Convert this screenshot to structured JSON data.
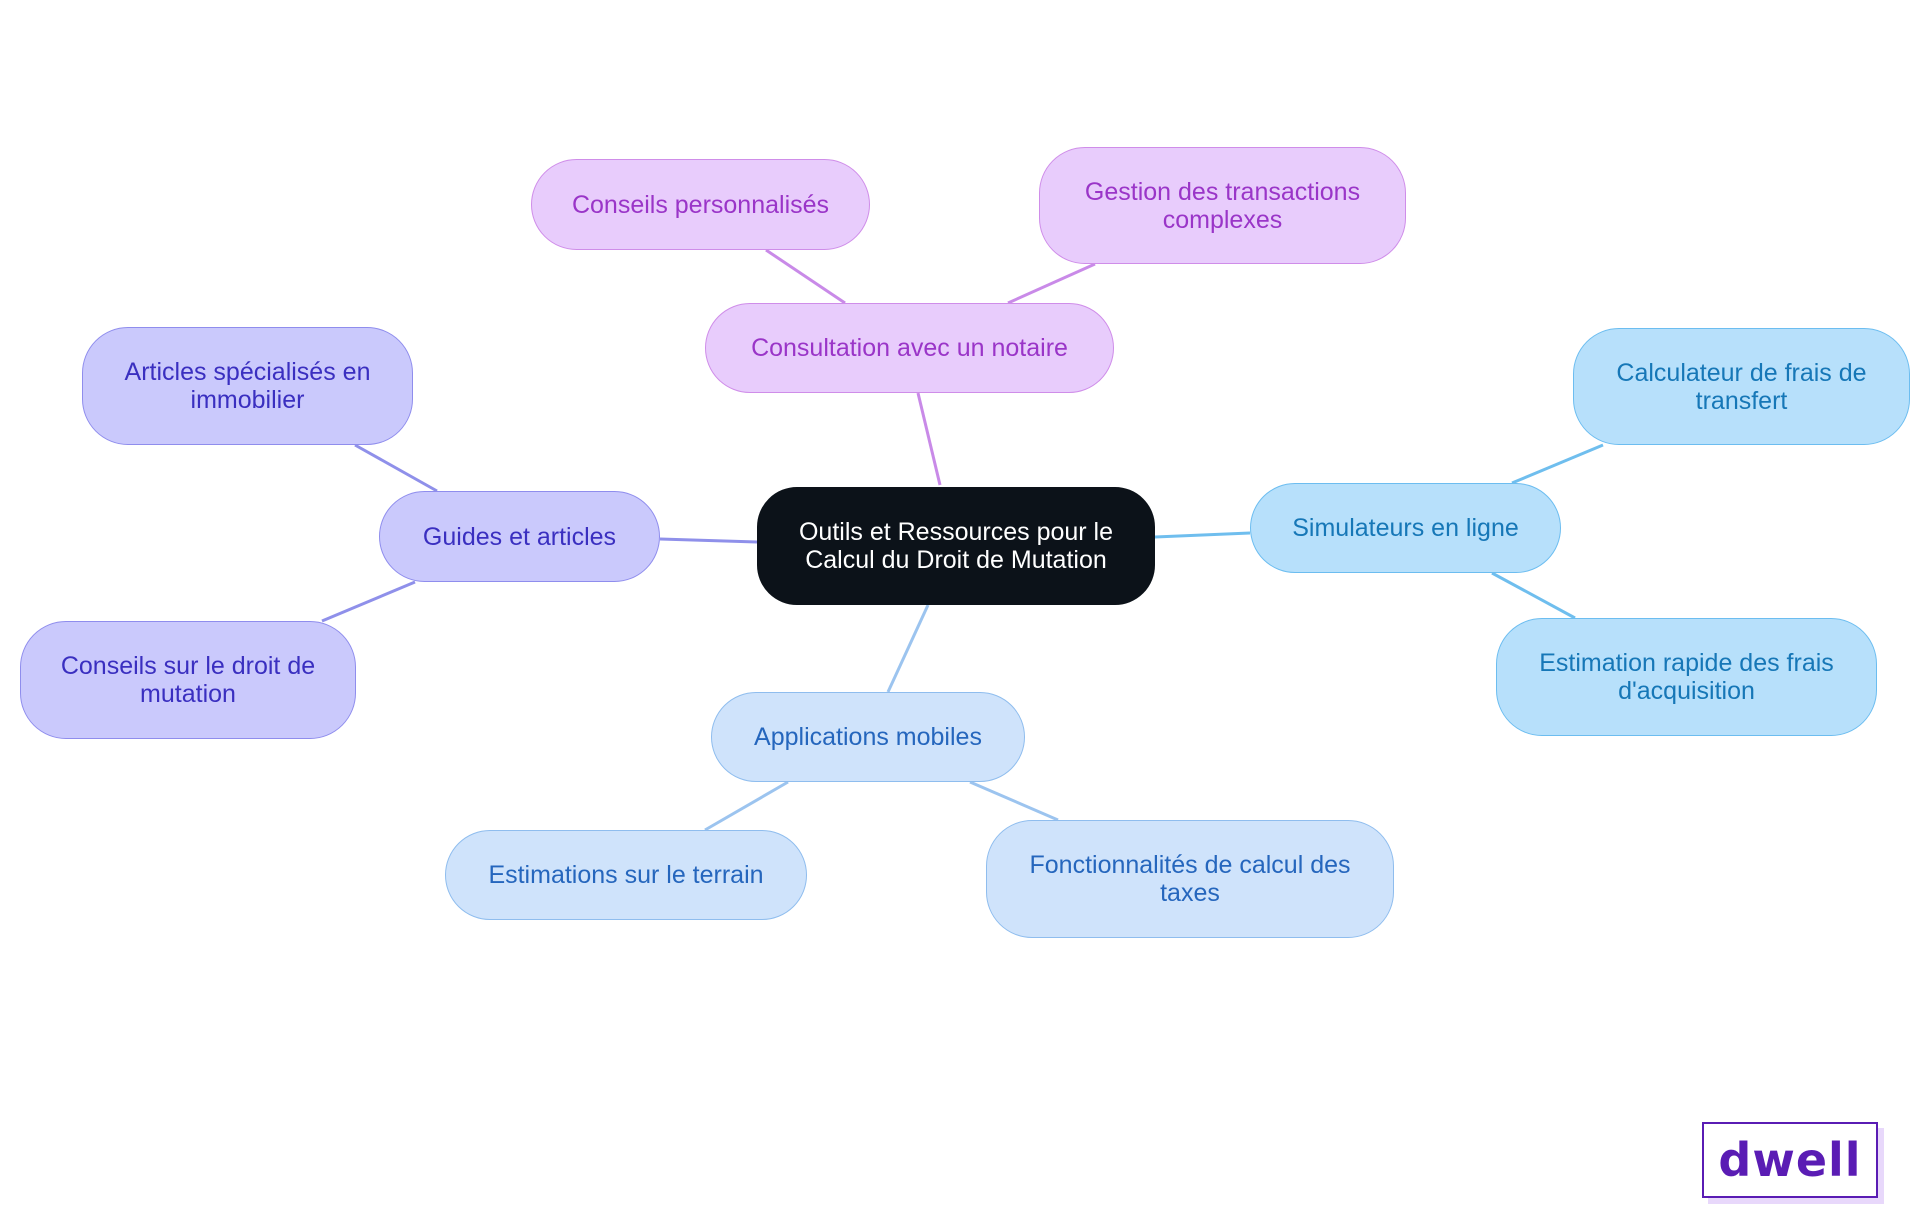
{
  "diagram": {
    "root": {
      "lines": [
        "Outils et Ressources pour le",
        "Calcul du Droit de Mutation"
      ]
    },
    "branches": [
      {
        "lines": [
          "Consultation avec un notaire"
        ],
        "children": [
          {
            "lines": [
              "Conseils personnalisés"
            ]
          },
          {
            "lines": [
              "Gestion des transactions",
              "complexes"
            ]
          }
        ]
      },
      {
        "lines": [
          "Guides et articles"
        ],
        "children": [
          {
            "lines": [
              "Articles spécialisés en",
              "immobilier"
            ]
          },
          {
            "lines": [
              "Conseils sur le droit de",
              "mutation"
            ]
          }
        ]
      },
      {
        "lines": [
          "Simulateurs en ligne"
        ],
        "children": [
          {
            "lines": [
              "Calculateur de frais de",
              "transfert"
            ]
          },
          {
            "lines": [
              "Estimation rapide des frais",
              "d'acquisition"
            ]
          }
        ]
      },
      {
        "lines": [
          "Applications mobiles"
        ],
        "children": [
          {
            "lines": [
              "Estimations sur le terrain"
            ]
          },
          {
            "lines": [
              "Fonctionnalités de calcul des",
              "taxes"
            ]
          }
        ]
      }
    ],
    "colors": {
      "pink_line": "#c98ae8",
      "violet_line": "#8f90ea",
      "sky_line": "#6fbeee",
      "pale_line": "#9cc4ef"
    }
  },
  "logo": {
    "text": "dwell"
  }
}
